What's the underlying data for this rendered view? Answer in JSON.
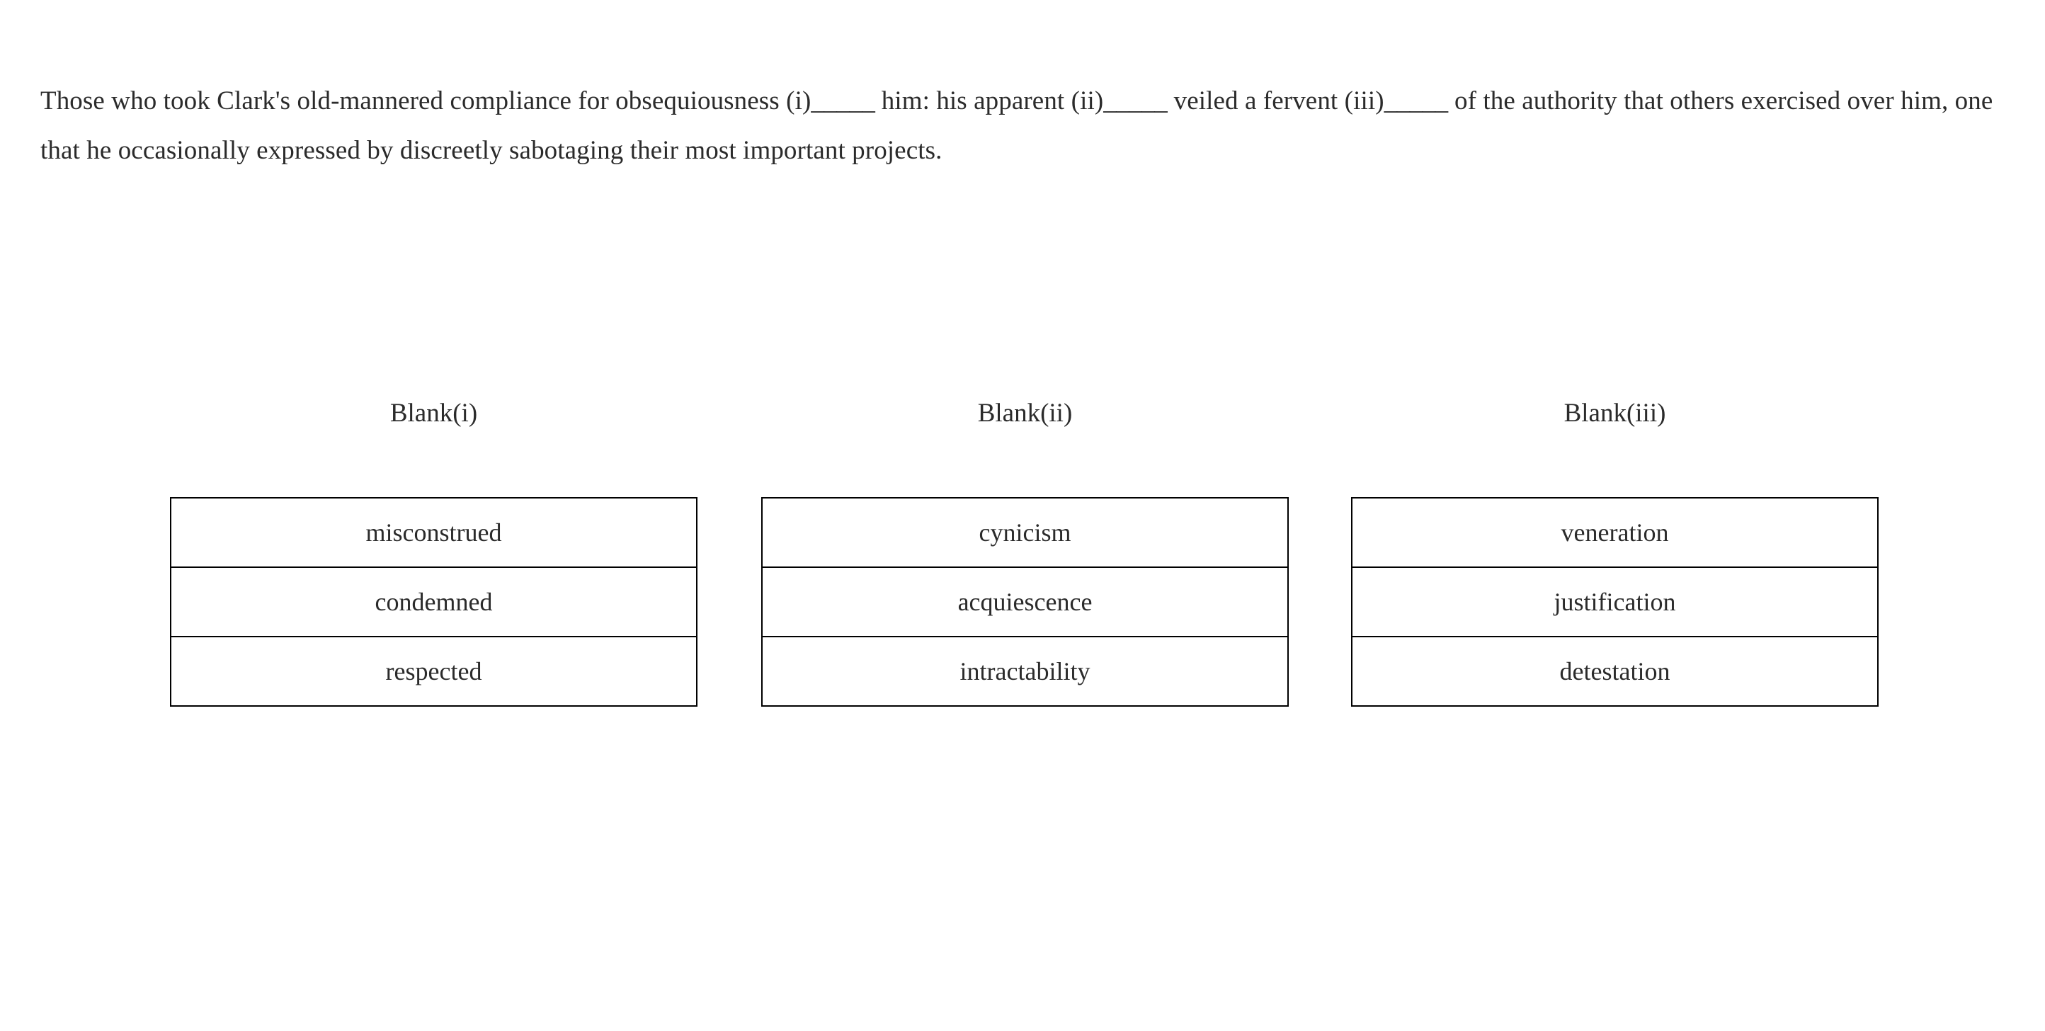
{
  "question": {
    "text_segments": [
      {
        "type": "text",
        "value": "Those who took Clark's old-mannered compliance for obsequiousness (i)"
      },
      {
        "type": "blank",
        "value": "_____"
      },
      {
        "type": "text",
        "value": " him: his apparent (ii)"
      },
      {
        "type": "blank",
        "value": "_____"
      },
      {
        "type": "text",
        "value": " veiled a fervent (iii)"
      },
      {
        "type": "blank",
        "value": "_____"
      },
      {
        "type": "text",
        "value": " of the authority that others exercised over him, one that he occasionally expressed by discreetly sabotaging their most important projects."
      }
    ],
    "full_text": "Those who took Clark's old-mannered compliance for obsequiousness (i)_____ him: his apparent (ii)_____ veiled a fervent (iii)_____ of the authority that others exercised over him, one that he occasionally expressed by discreetly sabotaging their most important projects."
  },
  "answer_columns": [
    {
      "header": "Blank(i)",
      "options": [
        "misconstrued",
        "condemned",
        "respected"
      ]
    },
    {
      "header": "Blank(ii)",
      "options": [
        "cynicism",
        "acquiescence",
        "intractability"
      ]
    },
    {
      "header": "Blank(iii)",
      "options": [
        "veneration",
        "justification",
        "detestation"
      ]
    }
  ],
  "colors": {
    "background": "#ffffff",
    "text": "#2b2b2b",
    "table_border": "#000000"
  }
}
